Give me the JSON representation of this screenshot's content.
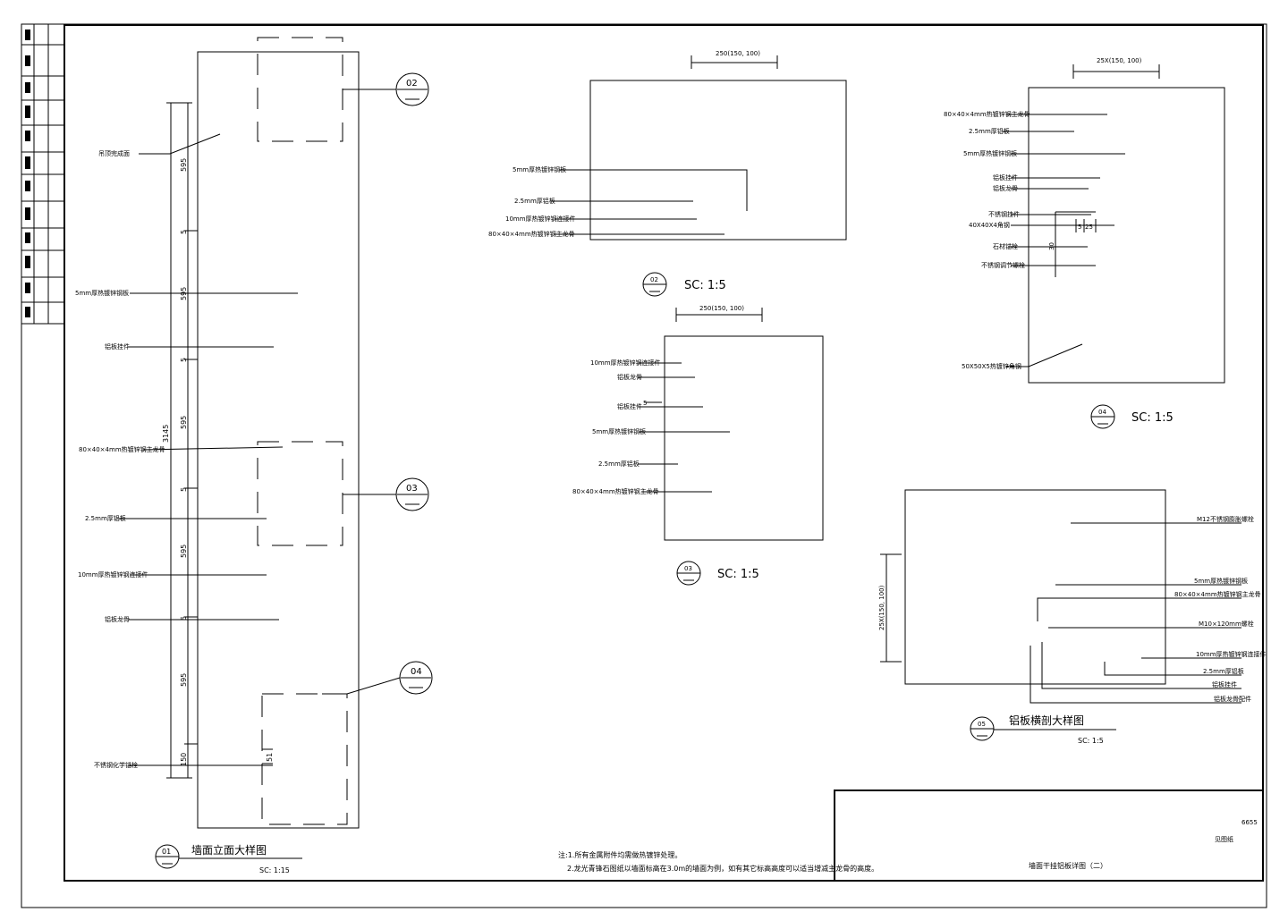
{
  "sheet": {
    "title_block": {
      "drawing_title": "墙面干挂铝板详图（二）",
      "code": "6655",
      "subtitle": "见图纸"
    },
    "notes": {
      "line1": "注:1.所有金属附件均需做热镀锌处理。",
      "line2": "2.龙光青锋石图纸以墙面标高在3.0m的墙面为例，如有其它标高高度可以适当增减主龙骨的高度。"
    },
    "details": [
      {
        "id": "01",
        "title": "墙面立面大样图",
        "scale": "SC: 1:15",
        "overall_dim": "3145",
        "dims": [
          "595",
          "5",
          "595",
          "5",
          "595",
          "5",
          "595",
          "5",
          "595",
          "150"
        ],
        "callout_label": "51",
        "labels": [
          "吊顶完成面",
          "5mm厚热镀锌钢板",
          "铝板挂件",
          "80×40×4mm热镀锌钢主龙骨",
          "2.5mm厚铝板",
          "10mm厚热镀锌钢连接件",
          "铝板龙骨",
          "不锈钢化学锚栓"
        ]
      },
      {
        "id": "02",
        "scale": "SC: 1:5",
        "dim_text": "250(150, 100)",
        "labels": [
          "5mm厚热镀锌钢板",
          "2.5mm厚铝板",
          "10mm厚热镀锌钢连接件",
          "80×40×4mm热镀锌钢主龙骨"
        ]
      },
      {
        "id": "03",
        "scale": "SC: 1:5",
        "dim_text": "250(150, 100)",
        "small_dim": "5",
        "labels": [
          "10mm厚热镀锌钢连接件",
          "铝板龙骨",
          "铝板挂件",
          "5mm厚热镀锌钢板",
          "2.5mm厚铝板",
          "80×40×4mm热镀锌钢主龙骨"
        ]
      },
      {
        "id": "04",
        "scale": "SC: 1:5",
        "dim_text": "25X(150, 100)",
        "small_dims": [
          "5",
          "25",
          "30"
        ],
        "labels": [
          "80×40×4mm热镀锌钢主龙骨",
          "2.5mm厚铝板",
          "5mm厚热镀锌钢板",
          "铝板挂件",
          "铝板龙骨",
          "不锈钢挂件",
          "40X40X4角钢",
          "石材锚栓",
          "不锈钢调节螺栓",
          "50X50X5热镀锌角钢"
        ]
      },
      {
        "id": "05",
        "title": "铝板横剖大样图",
        "scale": "SC: 1:5",
        "dim_text": "25X(150, 100)",
        "labels": [
          "M12不锈钢膨胀螺栓",
          "5mm厚热镀锌钢板",
          "80×40×4mm热镀锌钢主龙骨",
          "M10×120mm螺栓",
          "10mm厚热镀锌钢连接件",
          "2.5mm厚铝板",
          "铝板挂件",
          "铝板龙骨配件"
        ]
      }
    ]
  }
}
